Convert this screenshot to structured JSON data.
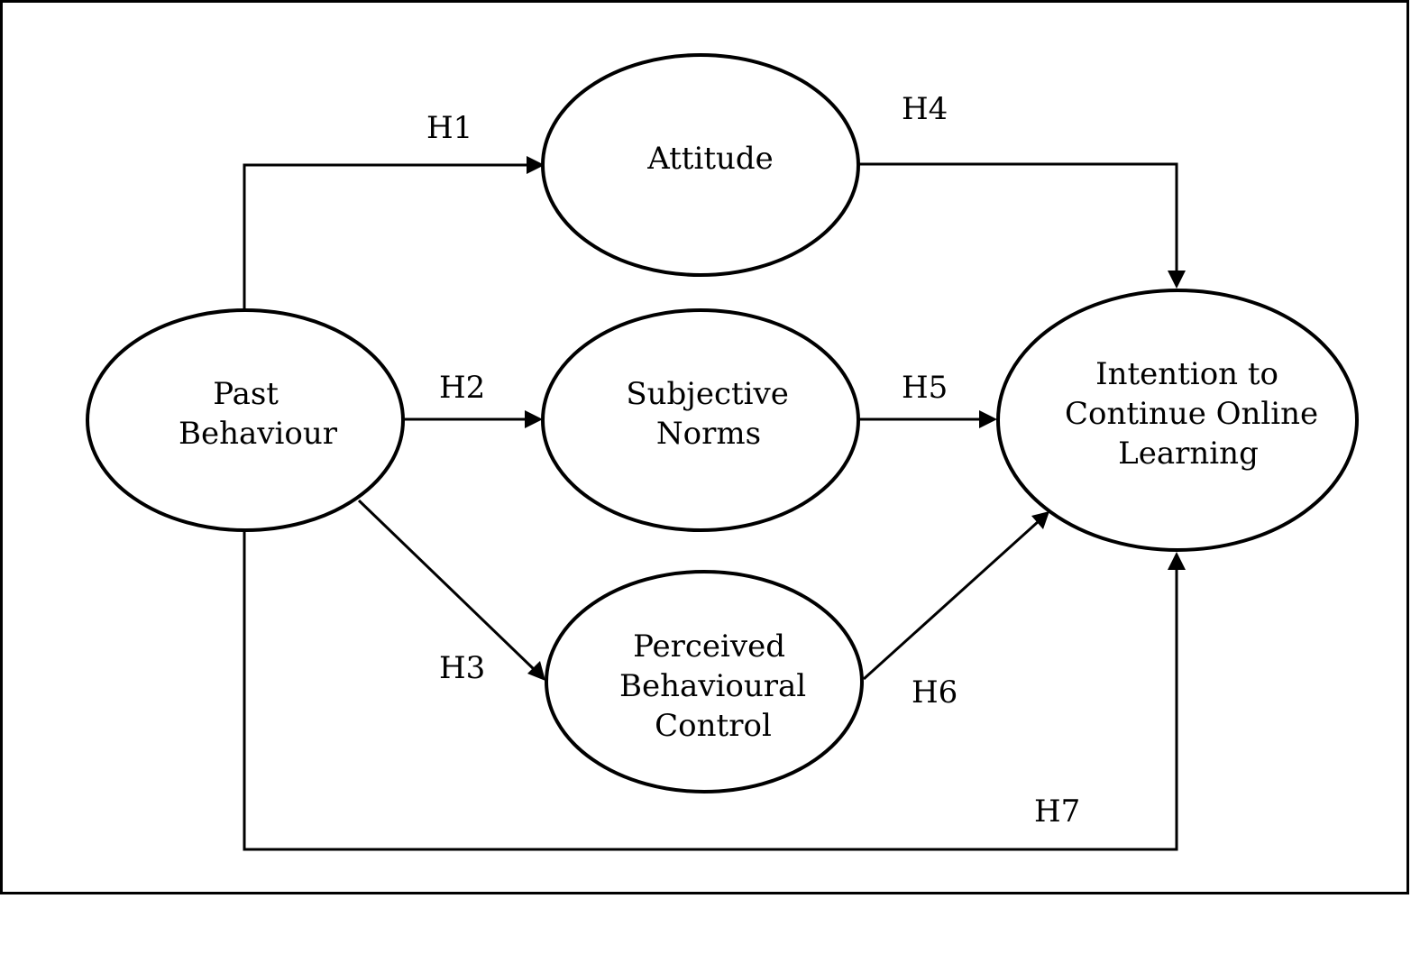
{
  "nodes": {
    "past_behaviour": [
      "Past",
      "Behaviour"
    ],
    "attitude": [
      "Attitude"
    ],
    "subjective_norms": [
      "Subjective",
      "Norms"
    ],
    "pbc": [
      "Perceived",
      "Behavioural",
      "Control"
    ],
    "intention": [
      "Intention to",
      "Continue Online",
      "Learning"
    ]
  },
  "hypotheses": {
    "h1": "H1",
    "h2": "H2",
    "h3": "H3",
    "h4": "H4",
    "h5": "H5",
    "h6": "H6",
    "h7": "H7"
  },
  "edges": [
    {
      "from": "Past Behaviour",
      "to": "Attitude",
      "label": "H1"
    },
    {
      "from": "Past Behaviour",
      "to": "Subjective Norms",
      "label": "H2"
    },
    {
      "from": "Past Behaviour",
      "to": "Perceived Behavioural Control",
      "label": "H3"
    },
    {
      "from": "Attitude",
      "to": "Intention to Continue Online Learning",
      "label": "H4"
    },
    {
      "from": "Subjective Norms",
      "to": "Intention to Continue Online Learning",
      "label": "H5"
    },
    {
      "from": "Perceived Behavioural Control",
      "to": "Intention to Continue Online Learning",
      "label": "H6"
    },
    {
      "from": "Past Behaviour",
      "to": "Intention to Continue Online Learning",
      "label": "H7"
    }
  ],
  "colors": {
    "stroke": "#000000",
    "background": "#ffffff"
  }
}
